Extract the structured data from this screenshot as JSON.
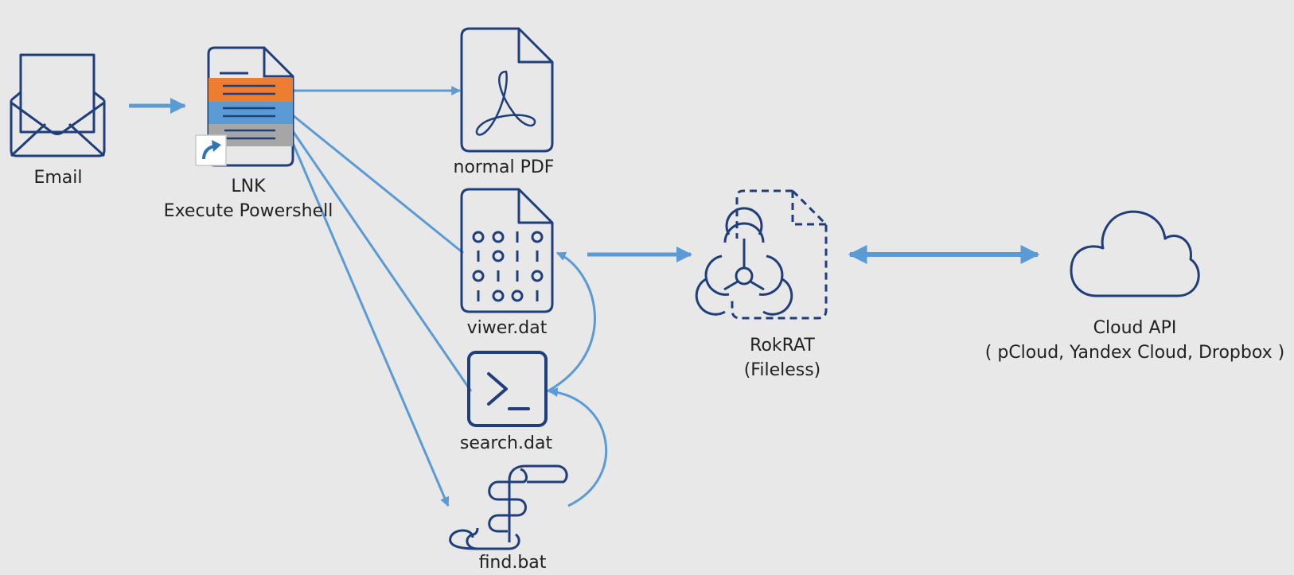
{
  "labels": {
    "email": "Email",
    "lnk_line1": "LNK",
    "lnk_line2": "Execute Powershell",
    "normal_pdf": "normal PDF",
    "viwer_dat": "viwer.dat",
    "search_dat": "search.dat",
    "find_bat": "find.bat",
    "rokrat_line1": "RokRAT",
    "rokrat_line2": "(Fileless)",
    "cloud_line1": "Cloud API",
    "cloud_line2": "( pCloud, Yandex Cloud, Dropbox )"
  },
  "colors": {
    "background": "#e8e8e8",
    "icon_stroke": "#1f3e7c",
    "arrow": "#5b9bd5",
    "lnk_orange": "#ed7d31",
    "lnk_blue": "#5b9bd5",
    "lnk_gray": "#a6a6a6",
    "text": "#222222"
  },
  "icons": {
    "email": "envelope-icon",
    "lnk": "lnk-shortcut-document-icon",
    "pdf": "pdf-document-icon",
    "viwer": "binary-data-file-icon",
    "search": "powershell-terminal-icon",
    "find": "script-scroll-icon",
    "rokrat": "biohazard-fileless-icon",
    "cloud": "cloud-icon"
  }
}
